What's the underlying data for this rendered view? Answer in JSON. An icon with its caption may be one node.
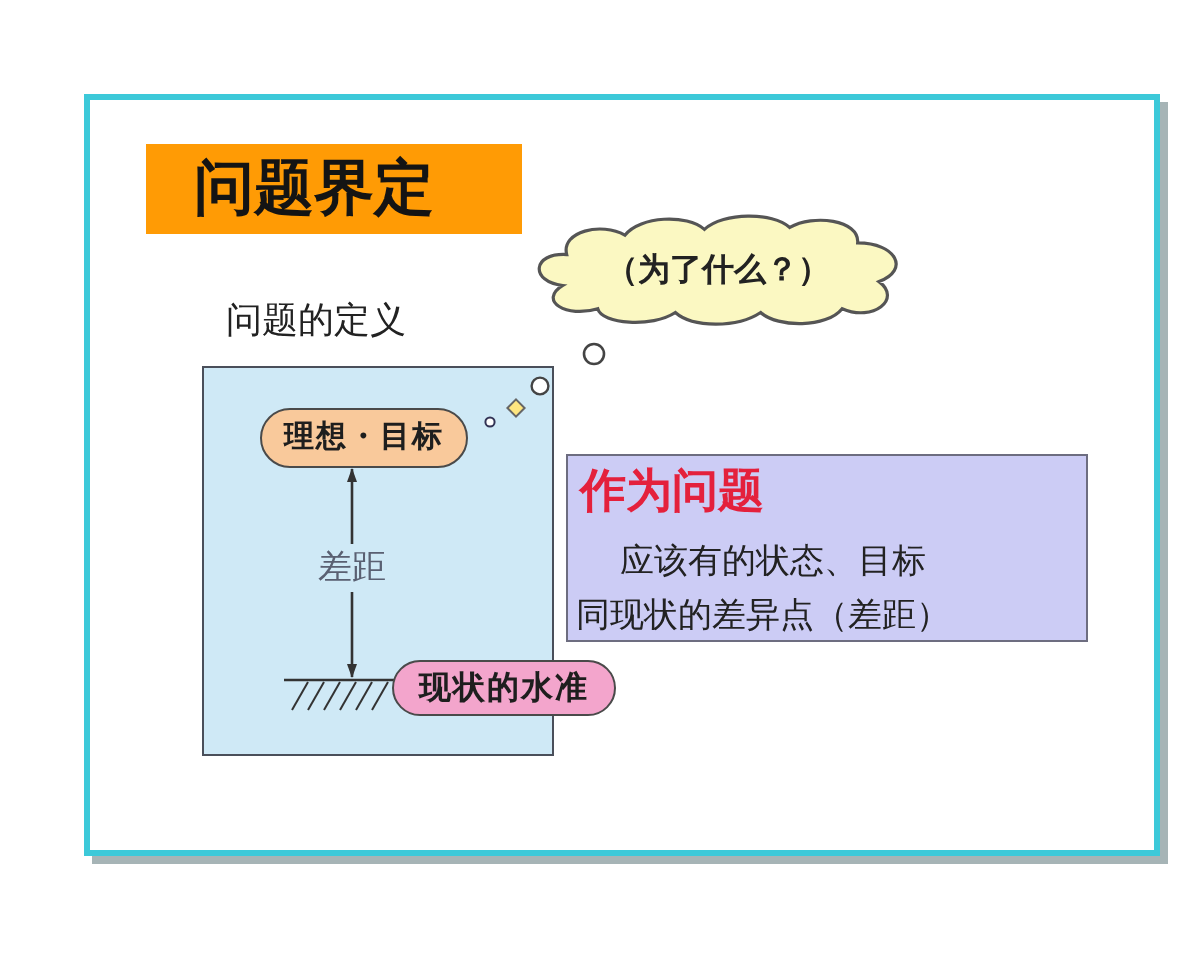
{
  "diagram": {
    "title": "问题界定",
    "nodes": [
      {
        "text": [
          "（为了什么？）"
        ]
      },
      {
        "text": [
          "问题的定义"
        ]
      },
      {
        "text": [
          "理想・目标"
        ],
        "in": 1
      },
      {
        "text": [],
        "shape": "bar",
        "in": 1
      },
      {
        "text": [
          "现状的水准"
        ]
      },
      {
        "text": [
          "作为问题",
          "应该有的状态、目标同现状的差异点（差距）"
        ]
      }
    ],
    "edges": [
      {
        "from": 2,
        "to": 3,
        "arrow": "both",
        "label": "差距"
      }
    ]
  }
}
